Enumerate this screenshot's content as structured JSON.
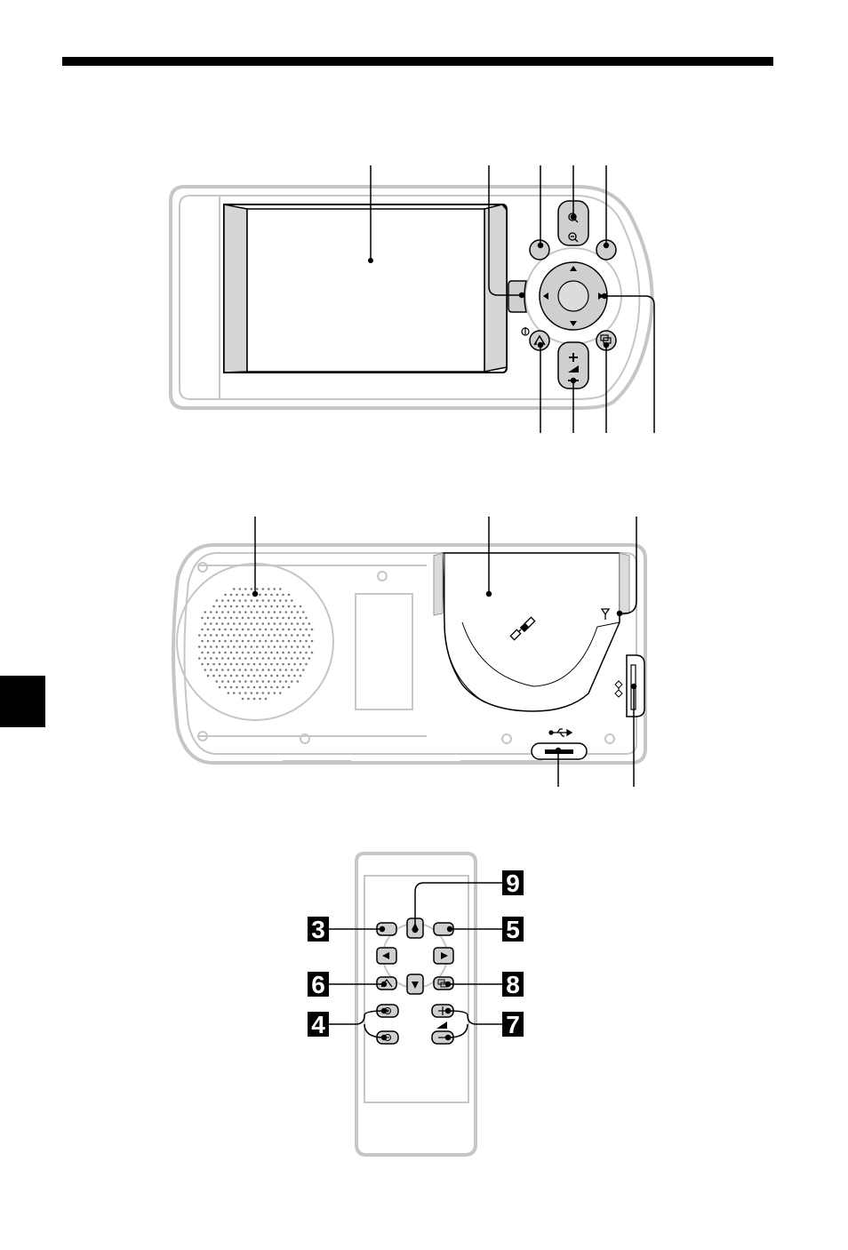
{
  "page": {
    "colors": {
      "ink": "#000000",
      "outline": "#c8c8c8",
      "button_fill": "#cfcfcf",
      "shade": "#bdbdbd"
    },
    "icons": [
      "zoom-in-icon",
      "zoom-out-icon",
      "home-icon",
      "volume-icon",
      "menu-icon",
      "gps-antenna-icon",
      "satellite-icon",
      "usb-icon",
      "memory-card-icon",
      "power-icon",
      "display-icon",
      "arrow-up-icon",
      "arrow-down-icon",
      "arrow-left-icon",
      "arrow-right-icon"
    ]
  },
  "remote": {
    "callouts": {
      "n3": "3",
      "n4": "4",
      "n5": "5",
      "n6": "6",
      "n7": "7",
      "n8": "8",
      "n9": "9"
    }
  }
}
